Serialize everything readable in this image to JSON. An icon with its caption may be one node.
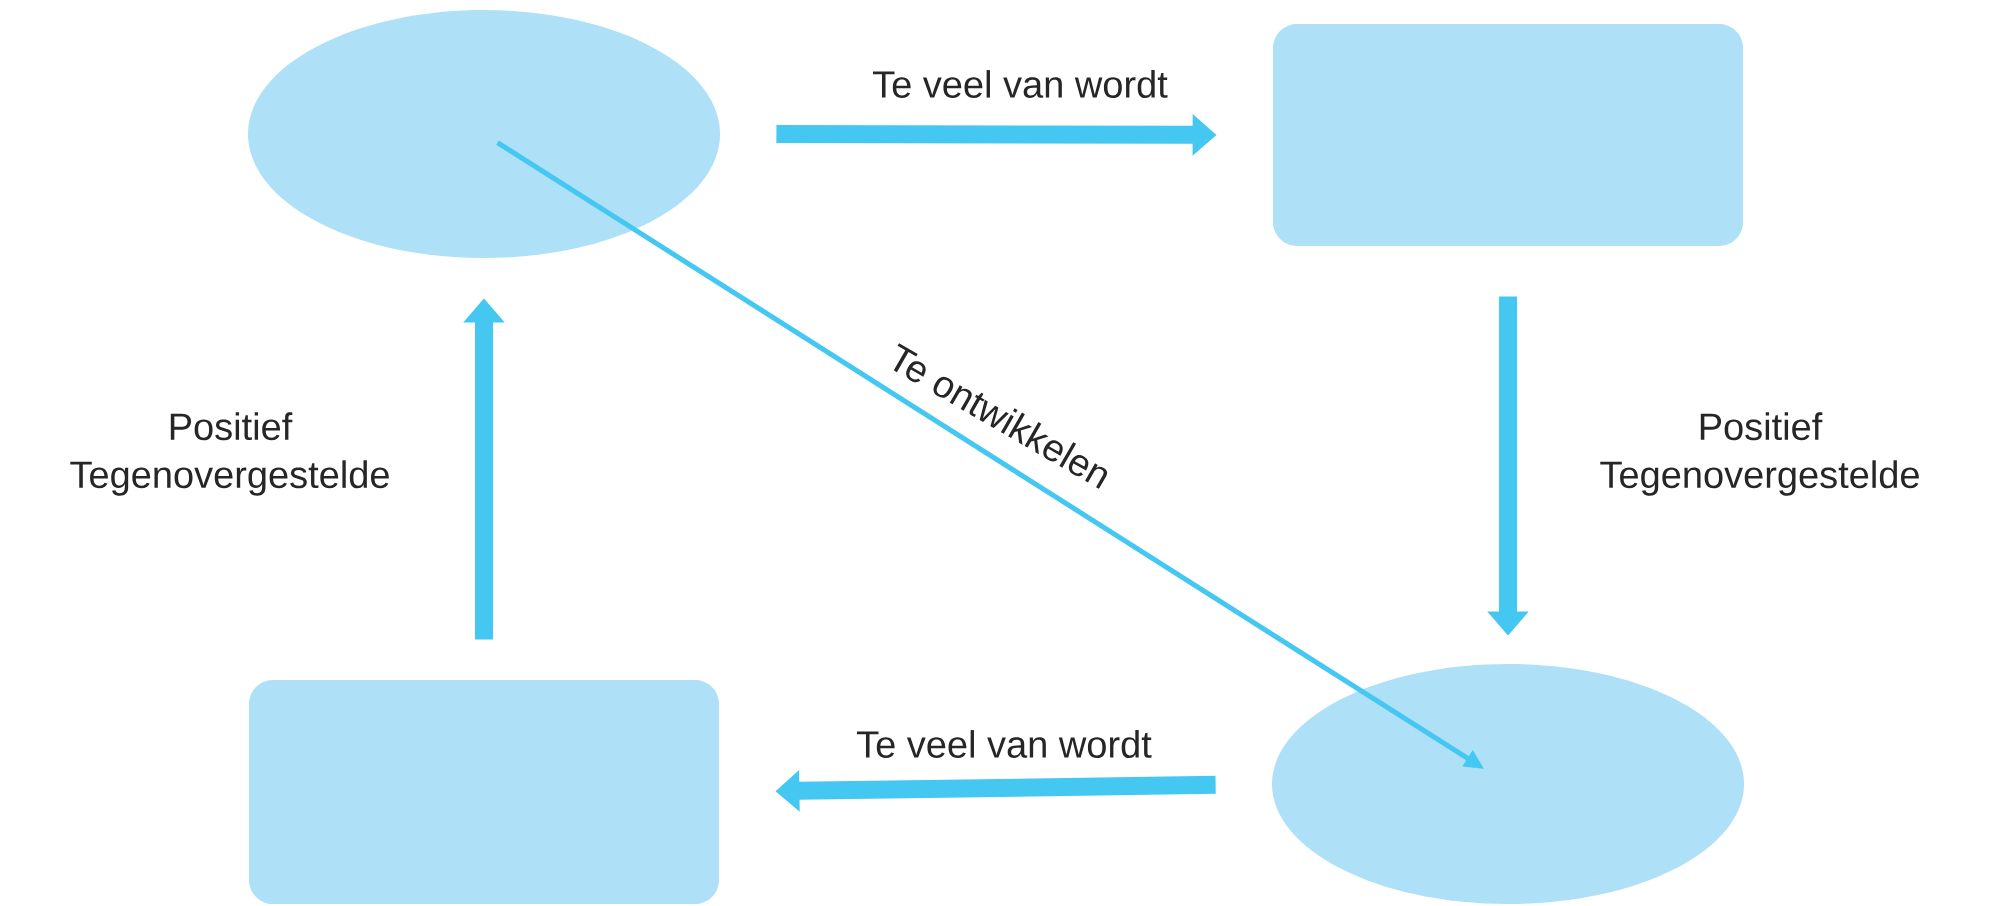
{
  "diagram": {
    "nodes": [
      {
        "text": [],
        "shape": "ellipse"
      },
      {
        "text": [],
        "shape": "box"
      },
      {
        "text": [],
        "shape": "ellipse"
      },
      {
        "text": [],
        "shape": "box"
      }
    ],
    "edges": [
      {
        "from": 0,
        "to": 1,
        "arrow": "to",
        "label": "Te veel van wordt"
      },
      {
        "from": 1,
        "to": 2,
        "arrow": "to",
        "label": "Positief Tegenovergestelde"
      },
      {
        "from": 2,
        "to": 3,
        "arrow": "to",
        "label": "Te veel van wordt"
      },
      {
        "from": 3,
        "to": 0,
        "arrow": "to",
        "label": "Positief Tegenovergestelde"
      },
      {
        "from": 0,
        "to": 2,
        "arrow": "to",
        "label": "Te ontwikkelen"
      }
    ]
  }
}
